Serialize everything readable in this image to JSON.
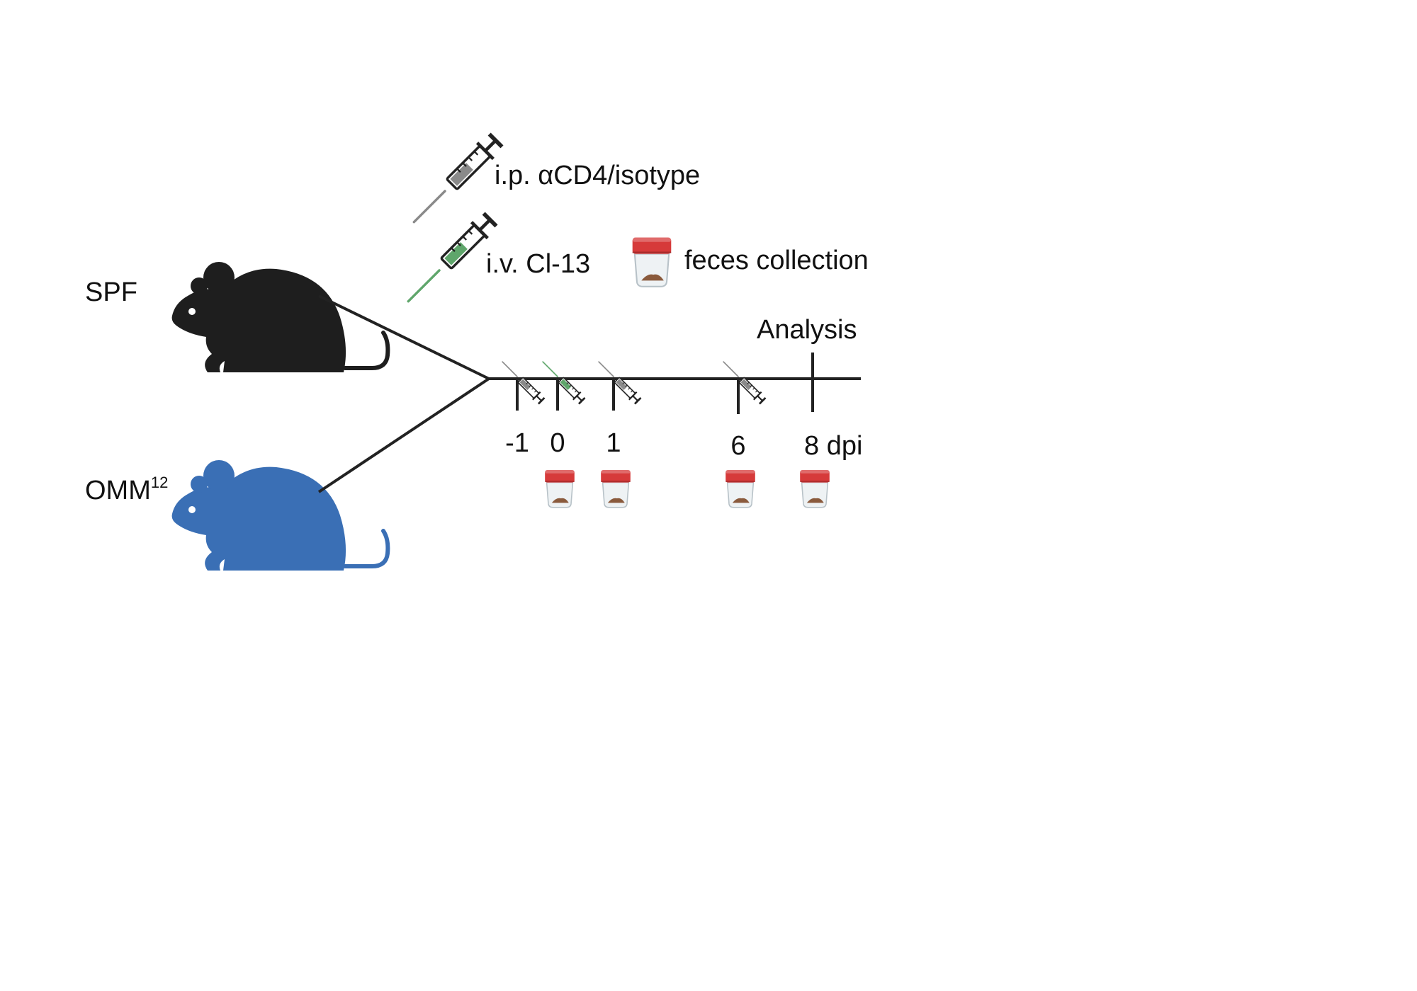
{
  "groups": [
    {
      "label": "SPF",
      "superscript": "",
      "icon": "mouse-icon",
      "color": "#1e1e1e"
    },
    {
      "label": "OMM",
      "superscript": "12",
      "icon": "mouse-icon",
      "color": "#3a6fb5"
    }
  ],
  "legend": {
    "ip": {
      "label": "i.p. αCD4/isotype",
      "icon": "syringe-icon",
      "color": "#6e6e6e"
    },
    "iv": {
      "label": "i.v. Cl-13",
      "icon": "syringe-icon",
      "color": "#3d7a4a"
    },
    "feces": {
      "label": "feces collection",
      "icon": "specimen-cup-icon",
      "lid_color": "#d63a3a"
    }
  },
  "timeline": {
    "analysis_label": "Analysis",
    "ticks": [
      {
        "label": "-1",
        "injection": "ip",
        "feces": false
      },
      {
        "label": "0",
        "injection": "iv",
        "feces": true
      },
      {
        "label": "1",
        "injection": "ip",
        "feces": true
      },
      {
        "label": "6",
        "injection": "ip",
        "feces": true
      },
      {
        "label": "8 dpi",
        "injection": "",
        "feces": true
      }
    ]
  }
}
